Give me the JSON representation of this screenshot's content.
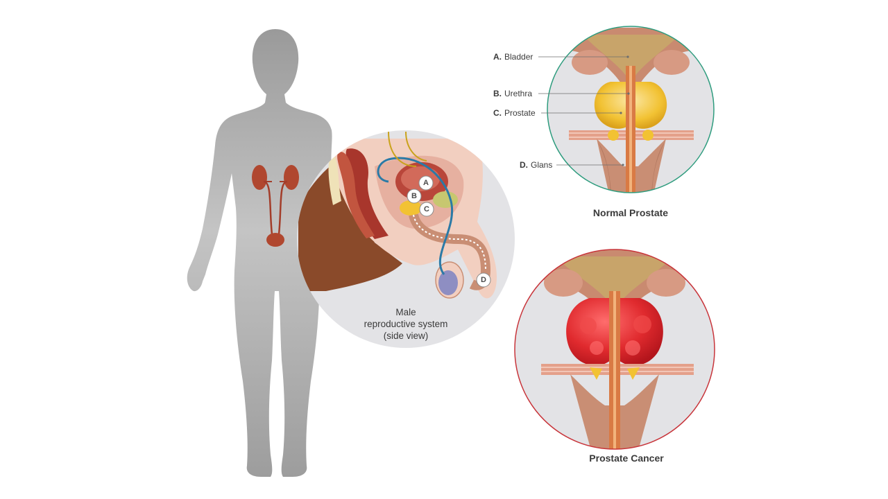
{
  "side_view": {
    "caption_line1": "Male",
    "caption_line2": "reproductive system",
    "caption_line3": "(side view)",
    "markers": [
      "A",
      "B",
      "C",
      "D"
    ]
  },
  "normal_prostate": {
    "title": "Normal Prostate",
    "ring_color": "#2e9c7e",
    "labels": [
      {
        "key": "A.",
        "text": "Bladder"
      },
      {
        "key": "B.",
        "text": "Urethra"
      },
      {
        "key": "C.",
        "text": "Prostate"
      },
      {
        "key": "D.",
        "text": "Glans"
      }
    ]
  },
  "prostate_cancer": {
    "title": "Prostate Cancer",
    "ring_color": "#c8343a"
  },
  "colors": {
    "body_gray": "#a9a9a9",
    "panel_gray": "#e3e3e6",
    "tissue": "#c98e74",
    "kidney": "#b0472f",
    "prostate_normal": "#f2c233",
    "prostate_tumor": "#d8252a"
  }
}
